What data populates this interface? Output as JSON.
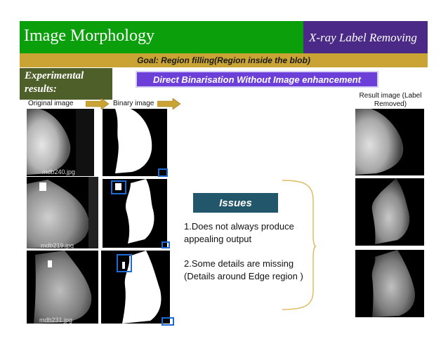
{
  "header": {
    "title": "Image Morphology",
    "subtitle": "X-ray Label Removing",
    "goal": "Goal: Region filling(Region inside the blob)",
    "experimental": "Experimental results:",
    "method": "Direct Binarisation Without Image enhancement"
  },
  "columns": {
    "original": "Original image",
    "binary": "Binary image",
    "result": "Result image (Label Removed)"
  },
  "images": [
    {
      "filename": "mdb240.jpg"
    },
    {
      "filename": "mdb219.jpg"
    },
    {
      "filename": "mdb231.jpg"
    }
  ],
  "issues": {
    "title": "Issues",
    "item1": "1.Does not always produce appealing output",
    "item2": "2.Some details are missing (Details around Edge region )"
  },
  "colors": {
    "title_bg": "#0ba00b",
    "subtitle_bg": "#4b2a87",
    "goal_bg": "#c9a434",
    "experimental_bg": "#4f5f2a",
    "method_bg": "#6c40d8",
    "issues_bg": "#22566a",
    "arrow": "#c9a434",
    "marker": "#1e6bd6"
  }
}
